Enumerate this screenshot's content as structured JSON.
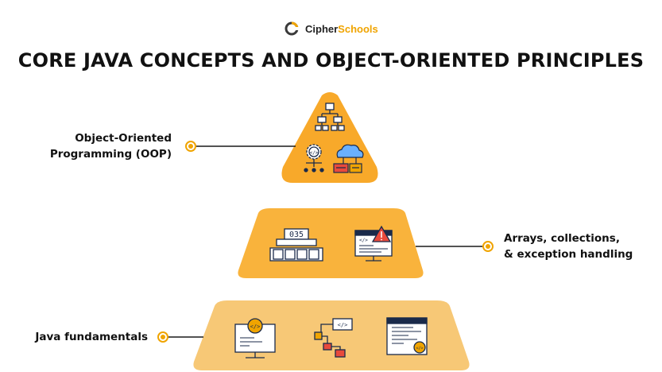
{
  "brand": {
    "name_prefix": "Cipher",
    "name_suffix": "Schools",
    "accent_color": "#f0a400"
  },
  "title": "CORE JAVA CONCEPTS AND OBJECT-ORIENTED PRINCIPLES",
  "pyramid": {
    "levels": [
      {
        "label_line1": "Object-Oriented",
        "label_line2": "Programming (OOP)",
        "color": "#f8a92a",
        "icons": [
          "hierarchy-icon",
          "gear-code-icon",
          "cloud-server-icon"
        ]
      },
      {
        "label_line1": "Arrays, collections,",
        "label_line2": "& exception handling",
        "color": "#f9b33c",
        "array_code": "035",
        "icons": [
          "array-icon",
          "error-monitor-icon"
        ]
      },
      {
        "label": "Java fundamentals",
        "color": "#f7c876",
        "icons": [
          "code-monitor-icon",
          "flowchart-icon",
          "code-window-icon"
        ]
      }
    ]
  }
}
